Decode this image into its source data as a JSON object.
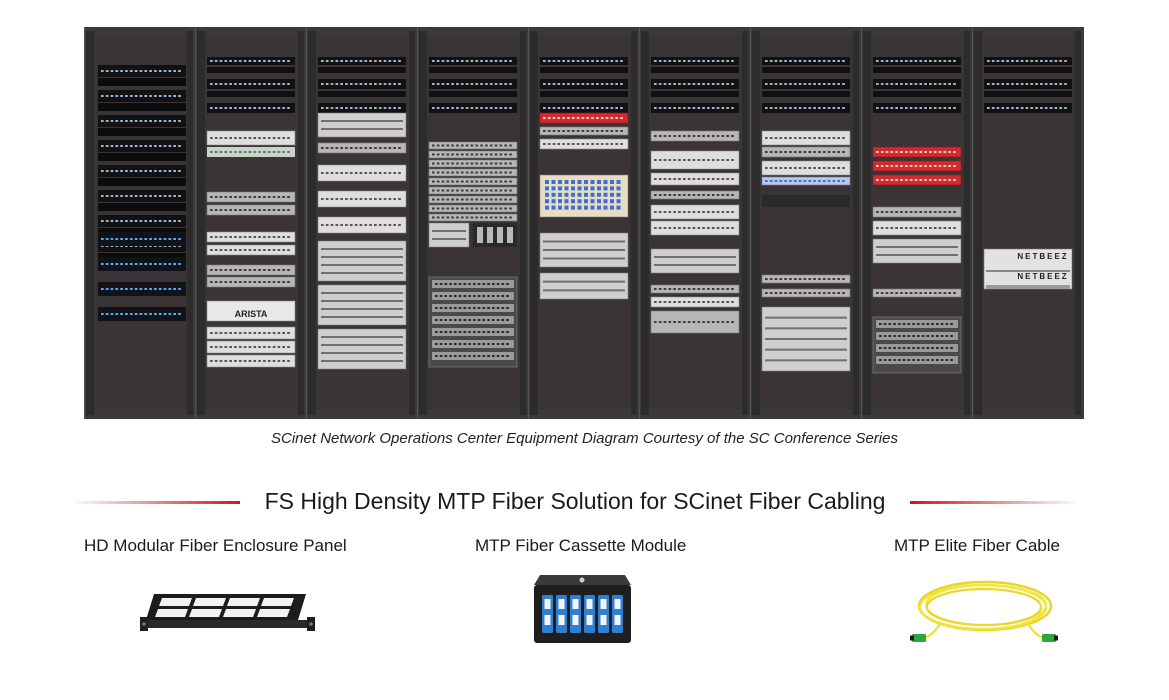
{
  "caption": "SCinet Network Operations Center Equipment Diagram Courtesy of the SC Conference Series",
  "solution_title": "FS High Density MTP Fiber Solution for SCinet Fiber Cabling",
  "products": [
    {
      "label": "HD Modular Fiber Enclosure Panel",
      "icon": "fiber-enclosure-panel-icon"
    },
    {
      "label": "MTP Fiber Cassette Module",
      "icon": "fiber-cassette-module-icon"
    },
    {
      "label": "MTP Elite Fiber Cable",
      "icon": "fiber-cable-coil-icon"
    }
  ],
  "racks": {
    "count": 9,
    "brand_labels": [
      "ARISTA",
      "NETBEEZ",
      "NETBEEZ"
    ]
  },
  "colors": {
    "accent_red": "#d71414",
    "rack_frame": "#3a3a3a",
    "rack_interior": "#3b3437",
    "cable_yellow": "#f2e23a",
    "connector_green": "#2aa63a",
    "cassette_blue": "#2f7fd3"
  }
}
